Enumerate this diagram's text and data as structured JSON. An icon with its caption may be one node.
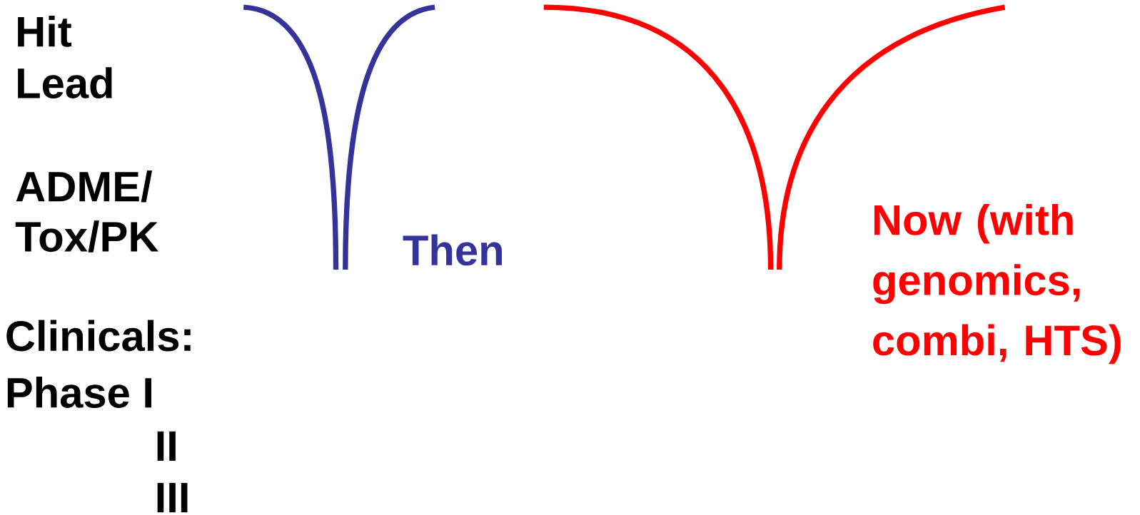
{
  "diagram": {
    "labels": [
      "Hit",
      "Lead",
      "ADME/ Tox/PK",
      "Clinicals:",
      "Phase I",
      "II",
      "III",
      "Then",
      "Now (with genomics, combi, HTS)"
    ]
  }
}
